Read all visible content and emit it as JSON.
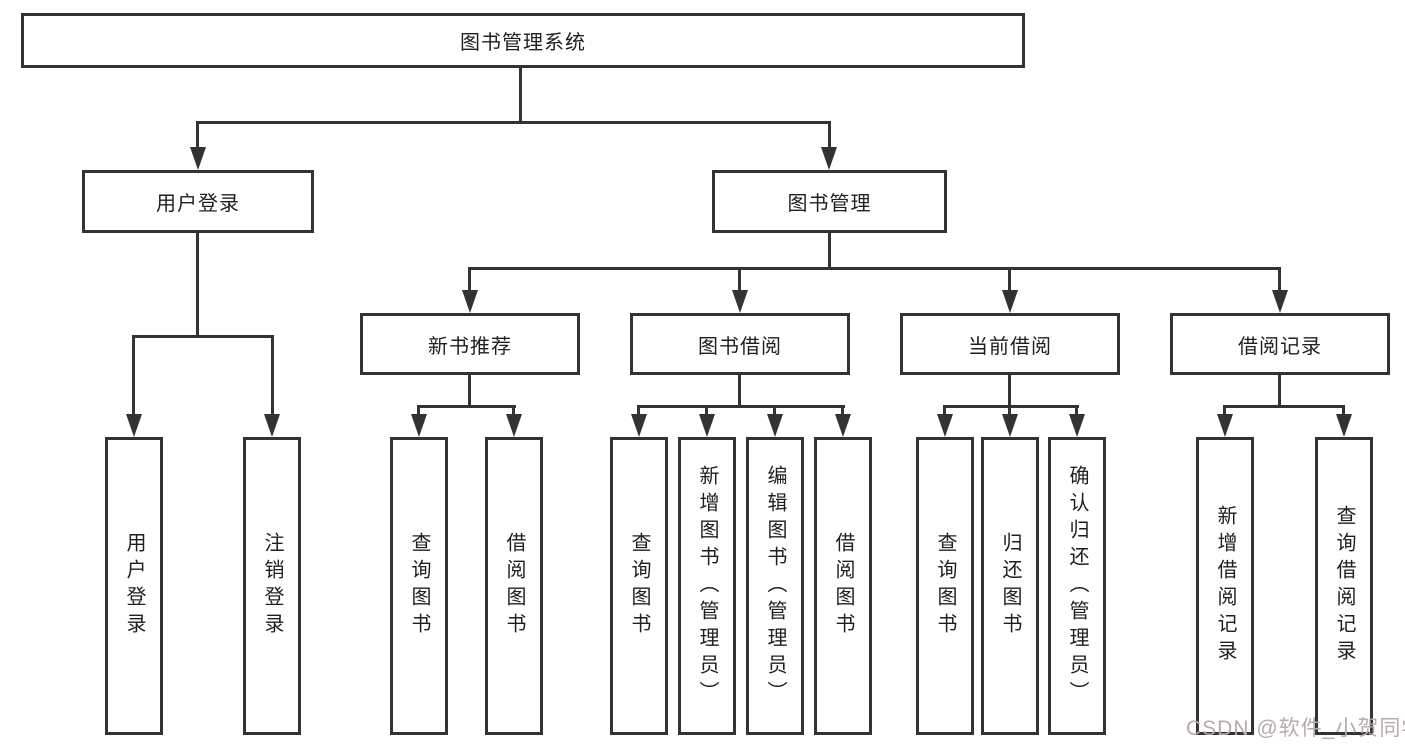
{
  "title": "图书管理系统",
  "branches": [
    {
      "label": "用户登录",
      "parent": "图书管理系统"
    },
    {
      "label": "图书管理",
      "parent": "图书管理系统"
    }
  ],
  "modules": [
    {
      "label": "新书推荐",
      "parent": "图书管理"
    },
    {
      "label": "图书借阅",
      "parent": "图书管理"
    },
    {
      "label": "当前借阅",
      "parent": "图书管理"
    },
    {
      "label": "借阅记录",
      "parent": "图书管理"
    }
  ],
  "leaves": [
    {
      "label": "用户登录",
      "parent": "用户登录"
    },
    {
      "label": "注销登录",
      "parent": "用户登录"
    },
    {
      "label": "查询图书",
      "parent": "新书推荐"
    },
    {
      "label": "借阅图书",
      "parent": "新书推荐"
    },
    {
      "label": "查询图书",
      "parent": "图书借阅"
    },
    {
      "label": "新增图书（管理员）",
      "parent": "图书借阅"
    },
    {
      "label": "编辑图书（管理员）",
      "parent": "图书借阅"
    },
    {
      "label": "借阅图书",
      "parent": "图书借阅"
    },
    {
      "label": "查询图书",
      "parent": "当前借阅"
    },
    {
      "label": "归还图书",
      "parent": "当前借阅"
    },
    {
      "label": "确认归还（管理员）",
      "parent": "当前借阅"
    },
    {
      "label": "新增借阅记录",
      "parent": "借阅记录"
    },
    {
      "label": "查询借阅记录",
      "parent": "借阅记录"
    }
  ],
  "watermark": {
    "text": "CSDN @软件_小贺同学"
  },
  "colors": {
    "line": "#333333",
    "box_border": "#333333",
    "background": "#ffffff",
    "text": "#1f1f1f",
    "watermark": "#b5abab"
  }
}
